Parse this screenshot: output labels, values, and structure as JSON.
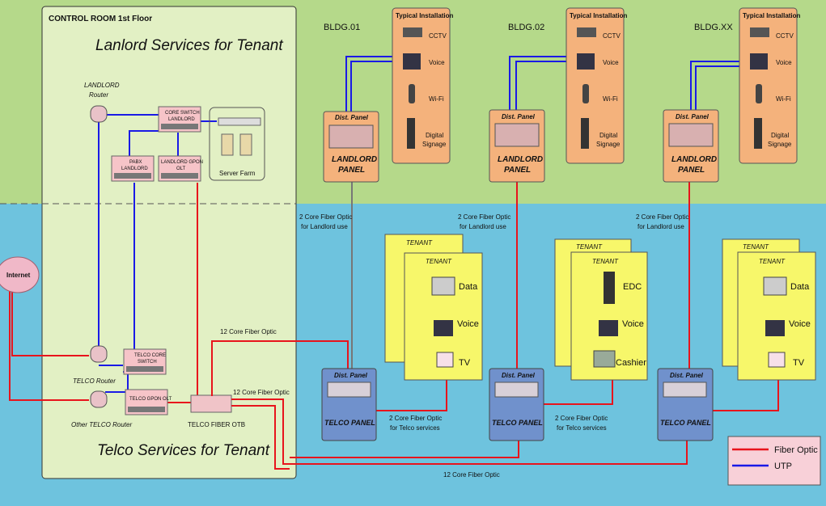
{
  "control_room": {
    "title": "CONTROL ROOM 1st Floor",
    "landlord_heading": "Lanlord Services for Tenant",
    "telco_heading": "Telco Services for Tenant",
    "landlord_router": [
      "LANDLORD",
      "Router"
    ],
    "core_switch": [
      "CORE SWITCH",
      "LANDLORD"
    ],
    "pabx": [
      "PABX",
      "LANDLORD"
    ],
    "gpon_olt": [
      "LANDLORD GPON",
      "OLT"
    ],
    "server_farm": "Server Farm",
    "telco_router": "TELCO Router",
    "other_telco_router": "Other TELCO Router",
    "telco_core_switch": [
      "TELCO CORE",
      "SWITCH"
    ],
    "telco_gpon": "TELCO GPON OLT",
    "telco_fiber_otb": "TELCO FIBER OTB"
  },
  "internet": "Internet",
  "buildings": [
    {
      "name": "BLDG.01",
      "dist_panel": "Dist. Panel",
      "panel": [
        "LANDLORD",
        "PANEL"
      ],
      "telco_dist": "Dist. Panel",
      "telco_panel": "TELCO PANEL",
      "fiber_landlord": [
        "2 Core Fiber Optic",
        "for Landlord use"
      ],
      "fiber_telco": [
        "2 Core Fiber Optic",
        "for Telco services"
      ],
      "tenant_back": "TENANT",
      "tenant_front": "TENANT",
      "services": [
        "Data",
        "Voice",
        "TV"
      ]
    },
    {
      "name": "BLDG.02",
      "dist_panel": "Dist. Panel",
      "panel": [
        "LANDLORD",
        "PANEL"
      ],
      "telco_dist": "Dist. Panel",
      "telco_panel": "TELCO PANEL",
      "fiber_landlord": [
        "2 Core Fiber Optic",
        "for Landlord use"
      ],
      "fiber_telco": [
        "2 Core Fiber Optic",
        "for Telco services"
      ],
      "tenant_back": "TENANT",
      "tenant_front": "TENANT",
      "services": [
        "EDC",
        "Voice",
        "Cashier"
      ]
    },
    {
      "name": "BLDG.XX",
      "dist_panel": "Dist. Panel",
      "panel": [
        "LANDLORD",
        "PANEL"
      ],
      "telco_dist": "Dist. Panel",
      "telco_panel": "TELCO PANEL",
      "fiber_landlord": [
        "2 Core Fiber Optic",
        "for Landlord use"
      ],
      "tenant_back": "TENANT",
      "tenant_front": "TENANT",
      "services": [
        "Data",
        "Voice",
        "TV"
      ]
    }
  ],
  "typical_installation": {
    "title": "Typical Installation",
    "items": [
      "CCTV",
      "Voice",
      "Wi-Fi",
      "Digital",
      "Signage"
    ]
  },
  "fiber_labels": {
    "top": "12 Core Fiber Optic",
    "middle": "12 Core Fiber Optic",
    "bottom": "12 Core Fiber Optic"
  },
  "legend": {
    "fiber": "Fiber Optic",
    "utp": "UTP",
    "fiber_color": "#e8141c",
    "utp_color": "#1a1ae6"
  },
  "colors": {
    "top_bg": "#b5d98a",
    "bottom_bg": "#6ec3de",
    "control_room": "#e2f0c4",
    "landlord_panel": "#f4b27c",
    "telco_panel": "#7091cc",
    "tenant": "#f7f76a"
  }
}
